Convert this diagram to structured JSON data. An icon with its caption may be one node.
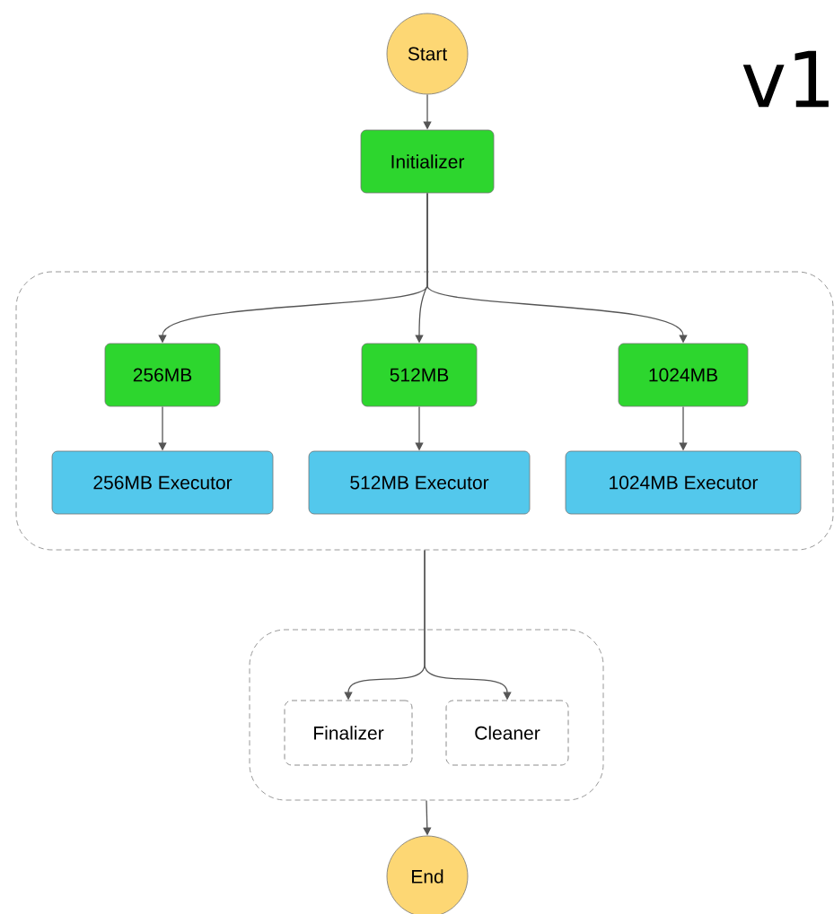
{
  "diagram": {
    "nodes": [
      {
        "text": [
          "Start"
        ]
      },
      {
        "text": [
          "Initializer"
        ]
      },
      {
        "text": [],
        "shape": "box"
      },
      {
        "text": [
          "256MB"
        ],
        "in": 2
      },
      {
        "text": [
          "512MB"
        ],
        "in": 2
      },
      {
        "text": [
          "1024MB"
        ],
        "in": 2
      },
      {
        "text": [
          "256MB Executor"
        ],
        "in": 2
      },
      {
        "text": [
          "512MB Executor"
        ],
        "in": 2
      },
      {
        "text": [
          "1024MB Executor"
        ],
        "in": 2
      },
      {
        "text": [],
        "shape": "box"
      },
      {
        "text": [
          "Finalizer"
        ],
        "in": 9
      },
      {
        "text": [
          "Cleaner"
        ],
        "in": 9
      },
      {
        "text": [
          "End"
        ]
      }
    ],
    "edges": [
      {
        "from": 0,
        "to": 1,
        "arrow": "to"
      },
      {
        "from": 1,
        "to": 3,
        "arrow": "to"
      },
      {
        "from": 1,
        "to": 4,
        "arrow": "to"
      },
      {
        "from": 1,
        "to": 5,
        "arrow": "to"
      },
      {
        "from": 3,
        "to": 6,
        "arrow": "to"
      },
      {
        "from": 4,
        "to": 7,
        "arrow": "to"
      },
      {
        "from": 5,
        "to": 8,
        "arrow": "to"
      },
      {
        "from": 2,
        "to": 10,
        "arrow": "to"
      },
      {
        "from": 2,
        "to": 11,
        "arrow": "to"
      },
      {
        "from": 9,
        "to": 12,
        "arrow": "to"
      }
    ],
    "labels": [
      "v1"
    ]
  }
}
